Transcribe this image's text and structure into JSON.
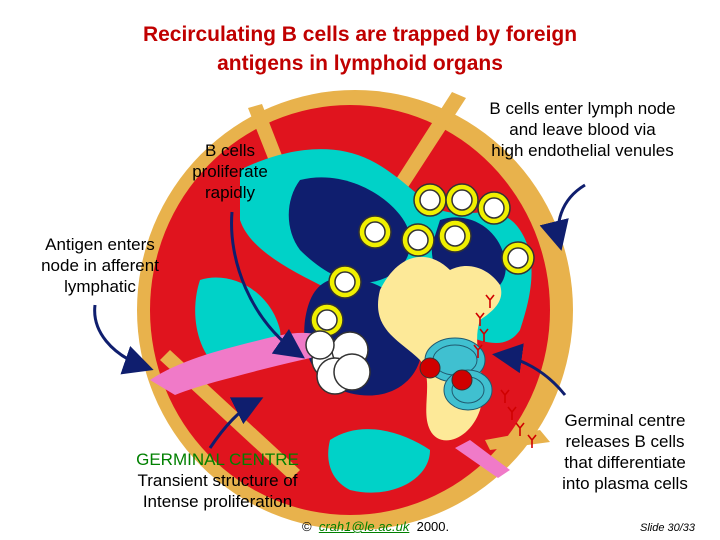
{
  "title": {
    "line1": "Recirculating B cells are trapped by foreign",
    "line2": "antigens in lymphoid organs"
  },
  "labels": {
    "b_cells_proliferate": [
      "B cells",
      "proliferate",
      "rapidly"
    ],
    "b_cells_enter": [
      "B cells enter lymph node",
      "and leave blood via",
      "high endothelial venules"
    ],
    "antigen_enters": [
      "Antigen enters",
      "node in afferent",
      "lymphatic"
    ],
    "germinal_releases": [
      "Germinal centre",
      "releases B cells",
      "that differentiate",
      "into plasma cells"
    ],
    "germinal_centre_heading": "GERMINAL CENTRE",
    "germinal_centre_desc": [
      "Transient structure of",
      "Intense proliferation"
    ]
  },
  "footer": {
    "copyright": "©",
    "author": "crah1@le.ac.uk",
    "year": "2000.",
    "slide": "Slide 30/33"
  },
  "colors": {
    "title": "#c00000",
    "capsule": "#e8b24c",
    "cortex": "#e0141e",
    "medulla": "#fde998",
    "follicle": "#0f1e6e",
    "cyan_zone": "#00d2c8",
    "lymphatic": "#f07ac8",
    "b_cell": "#f0f000",
    "germinal": "#40c0d0",
    "plasma": "#d00000",
    "green_text": "#008000"
  }
}
